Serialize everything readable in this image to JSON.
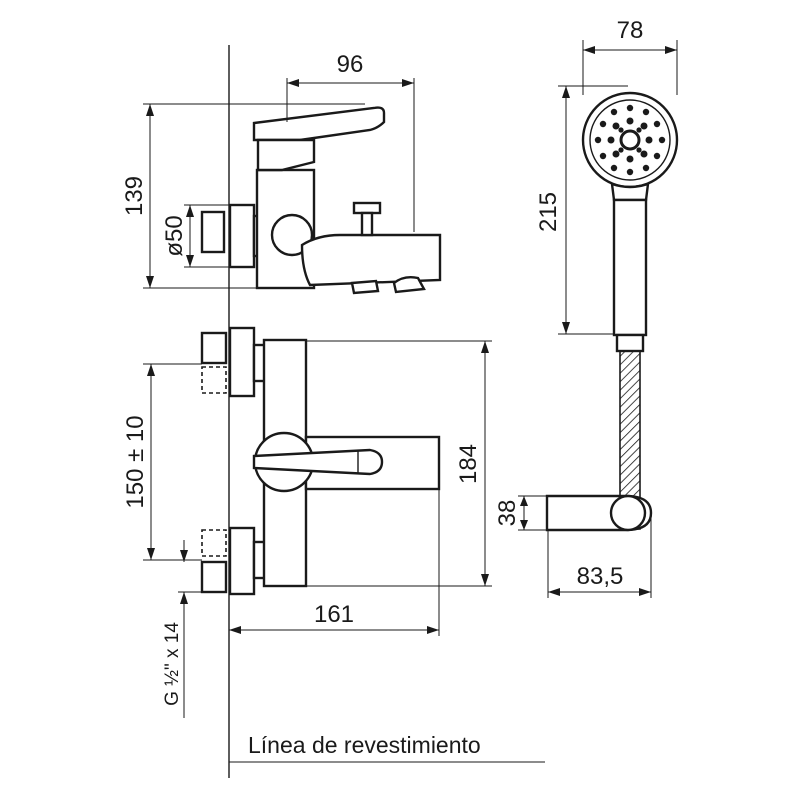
{
  "dimensions": {
    "d78": "78",
    "d96": "96",
    "d139": "139",
    "d50": "ø50",
    "d215": "215",
    "d150": "150 ± 10",
    "d184": "184",
    "d38": "38",
    "d161": "161",
    "d83": "83,5",
    "thread": "G ½\" x 14"
  },
  "caption": "Línea de revestimiento"
}
